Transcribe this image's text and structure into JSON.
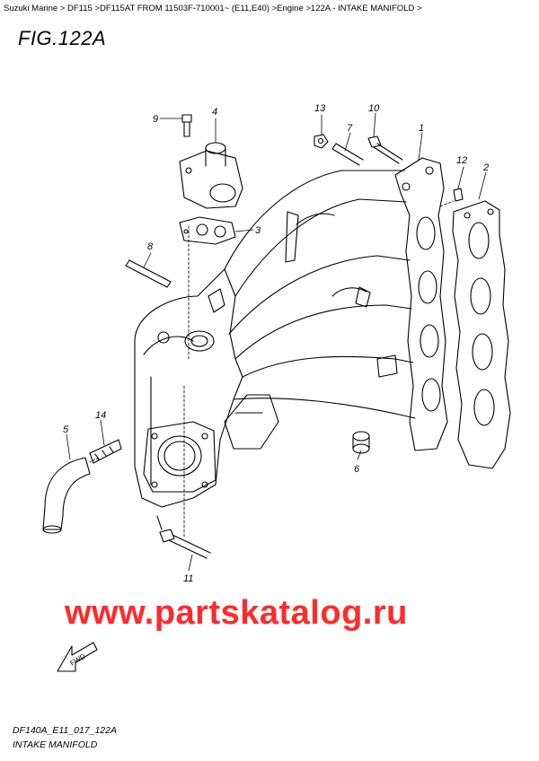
{
  "breadcrumb": "Suzuki Marine > DF115 >DF115AT FROM 11503F-710001~ (E11,E40) >Engine >122A - INTAKE MANIFOLD >",
  "figure_title": "FIG.122A",
  "callouts": [
    "1",
    "2",
    "3",
    "4",
    "5",
    "6",
    "7",
    "8",
    "9",
    "10",
    "11",
    "12",
    "13",
    "14"
  ],
  "fwd_label": "FWD",
  "watermark": "www.partskatalog.ru",
  "footer": {
    "code": "DF140A_E11_017_122A",
    "name": "INTAKE MANIFOLD"
  },
  "colors": {
    "watermark": "#ff2a2a",
    "line": "#000000"
  }
}
